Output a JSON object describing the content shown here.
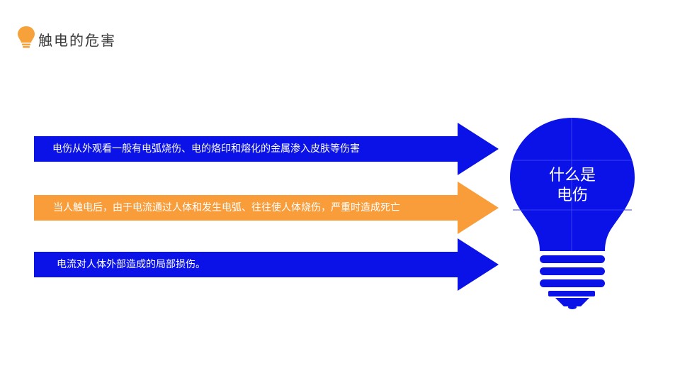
{
  "header": {
    "title": "触电的危害",
    "icon": "lightbulb-icon",
    "icon_color": "#F7A13A"
  },
  "arrows": [
    {
      "text": "电伤从外观看一般有电弧烧伤、电的烙印和熔化的金属渗入皮肤等伤害",
      "color": "#0A12E8"
    },
    {
      "text": "当人触电后，由于电流通过人体和发生电弧、往往使人体烧伤，严重时造成死亡",
      "color": "#F99D3A"
    },
    {
      "text": "电流对人体外部造成的局部损伤。",
      "color": "#0A12E8"
    }
  ],
  "bulb": {
    "line1": "什么是",
    "line2": "电伤",
    "color": "#0A12E8"
  }
}
